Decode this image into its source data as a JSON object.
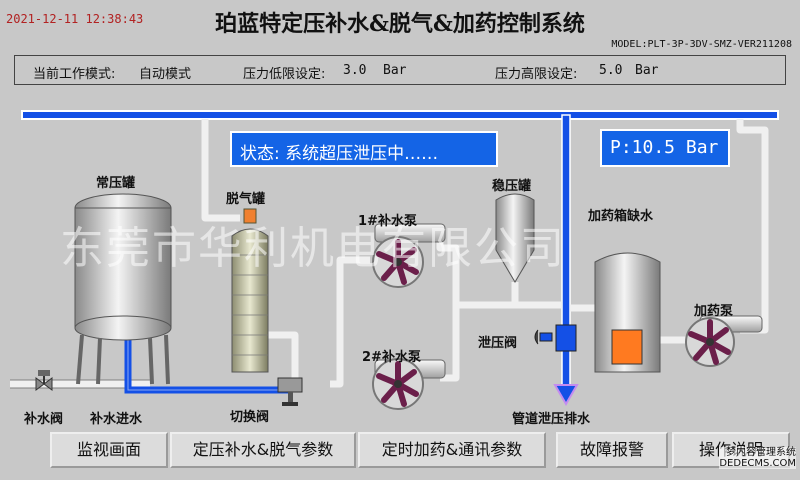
{
  "header": {
    "datetime": "2021-12-11 12:38:43",
    "title": "珀蓝特定压补水&脱气&加药控制系统",
    "model": "MODEL:PLT-3P-3DV-SMZ-VER211208"
  },
  "settings": {
    "mode_label": "当前工作模式:",
    "mode_value": "自动模式",
    "low_label": "压力低限设定:",
    "low_value": "3.0",
    "high_label": "压力高限设定:",
    "high_value": "5.0",
    "unit": "Bar"
  },
  "status": {
    "text": "状态: 系统超压泄压中……",
    "pressure": "P:10.5 Bar"
  },
  "labels": {
    "pressure_tank": "常压罐",
    "degas_tank": "脱气罐",
    "stab_tank": "稳压罐",
    "pump1": "1#补水泵",
    "pump2": "2#补水泵",
    "relief_valve": "泄压阀",
    "chem_low": "加药箱缺水",
    "chem_pump": "加药泵",
    "makeup_valve": "补水阀",
    "makeup_in": "补水进水",
    "switch_valve": "切换阀",
    "drain": "管道泄压排水"
  },
  "watermark": "东莞市华利机电有限公司",
  "nav": [
    "监视画面",
    "定压补水&脱气参数",
    "定时加药&通讯参数",
    "故障报警",
    "操作说明"
  ],
  "badge": [
    "梦内容管理系统",
    "DEDECMS.COM"
  ],
  "colors": {
    "panel_bg": "#c8c8c8",
    "status_blue": "#1464e6",
    "pipe_blue": "#1450e6",
    "accent_orange": "#ff7a20"
  }
}
